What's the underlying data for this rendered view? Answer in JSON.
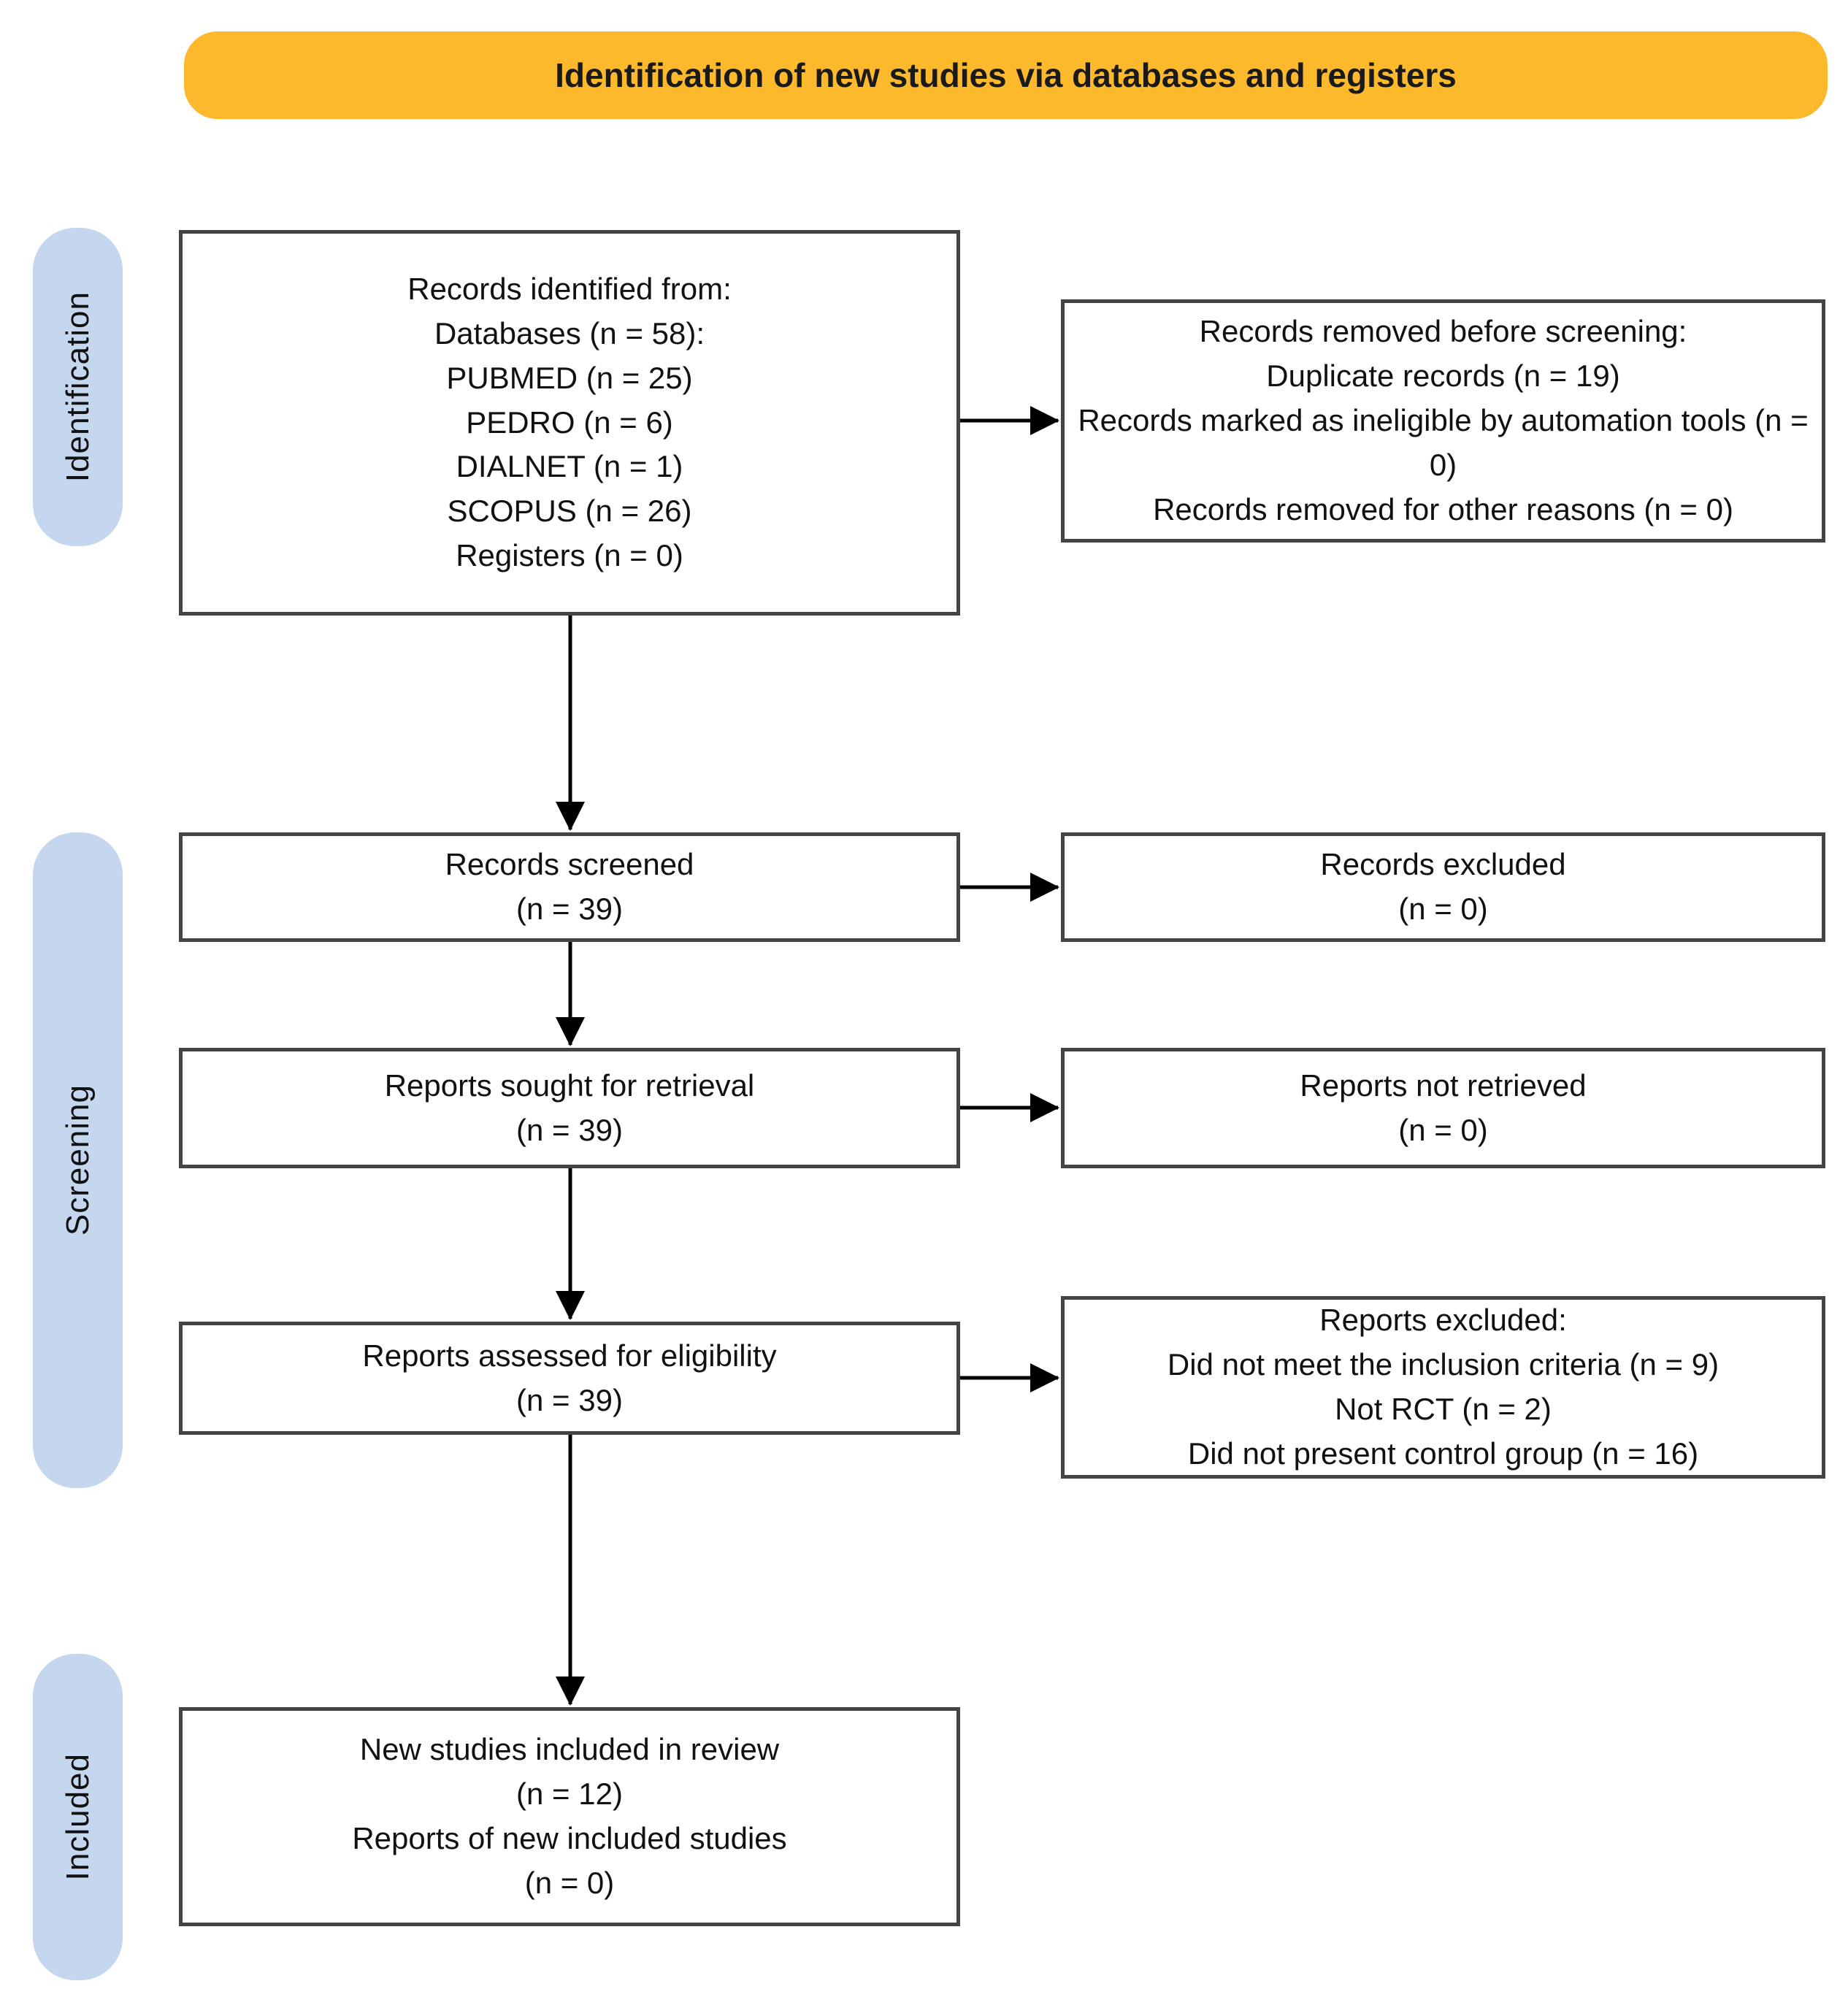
{
  "banner": {
    "title": "Identification of new studies via databases and registers"
  },
  "sidebar": {
    "items": [
      {
        "label": "Identification"
      },
      {
        "label": "Screening"
      },
      {
        "label": "Included"
      }
    ]
  },
  "boxes": {
    "records_identified": {
      "lines": [
        "Records identified from:",
        "Databases (n = 58):",
        "PUBMED (n = 25)",
        "PEDRO (n = 6)",
        "DIALNET (n = 1)",
        "SCOPUS (n = 26)",
        "Registers (n = 0)"
      ]
    },
    "records_removed": {
      "lines": [
        "Records removed before screening:",
        "Duplicate records (n = 19)",
        "Records marked as ineligible by automation tools (n = 0)",
        "Records removed for other reasons (n = 0)"
      ]
    },
    "records_screened": {
      "lines": [
        "Records screened",
        "(n = 39)"
      ]
    },
    "records_excluded": {
      "lines": [
        "Records excluded",
        "(n = 0)"
      ]
    },
    "reports_sought": {
      "lines": [
        "Reports sought for retrieval",
        "(n = 39)"
      ]
    },
    "reports_not_retrieved": {
      "lines": [
        "Reports not retrieved",
        "(n = 0)"
      ]
    },
    "reports_assessed": {
      "lines": [
        "Reports assessed for eligibility",
        "(n = 39)"
      ]
    },
    "reports_excluded": {
      "lines": [
        "Reports excluded:",
        "Did not meet the inclusion criteria (n = 9)",
        "Not RCT (n = 2)",
        "Did not present control group (n = 16)"
      ]
    },
    "new_studies_included": {
      "lines": [
        "New studies included in review",
        "(n = 12)",
        "Reports of new included studies",
        "(n = 0)"
      ]
    }
  },
  "colors": {
    "banner_bg": "#FBB92B",
    "sidebar_bg": "#C5D6EF",
    "box_border": "#444444",
    "arrow": "#000000",
    "text": "#111111"
  }
}
